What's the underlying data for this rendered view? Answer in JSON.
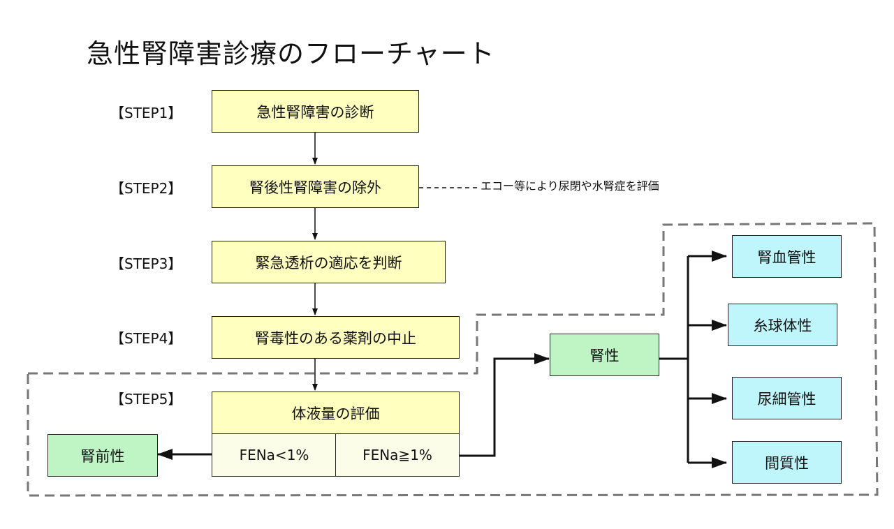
{
  "title": "急性腎障害診療のフローチャート",
  "steps": [
    {
      "label": "【STEP1】",
      "box": "急性腎障害の診断"
    },
    {
      "label": "【STEP2】",
      "box": "腎後性腎障害の除外"
    },
    {
      "label": "【STEP3】",
      "box": "緊急透析の適応を判断"
    },
    {
      "label": "【STEP4】",
      "box": "腎毒性のある薬剤の中止"
    },
    {
      "label": "【STEP5】",
      "box": "体液量の評価"
    }
  ],
  "step2_note": "エコー等により尿閉や水腎症を評価",
  "fena": {
    "low": "FENa<1%",
    "high": "FENa≧1%"
  },
  "prerenal": "腎前性",
  "renal": "腎性",
  "renal_types": [
    "腎血管性",
    "糸球体性",
    "尿細管性",
    "間質性"
  ],
  "colors": {
    "step_box": "#ffffbf",
    "fena_box": "#fbfde9",
    "result_box": "#bff5c5",
    "renal_type_box": "#bff6fb",
    "dashed_border": "#777777"
  }
}
